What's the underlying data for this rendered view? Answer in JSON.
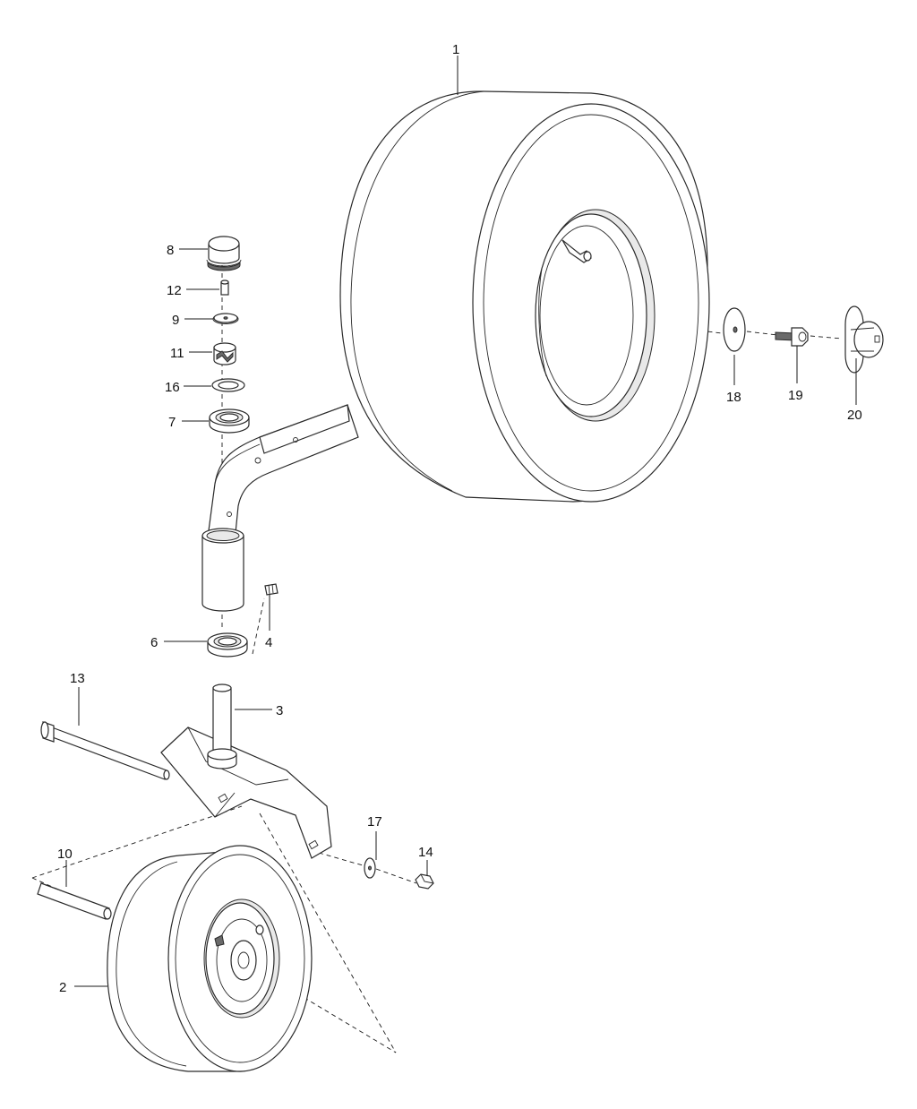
{
  "callouts": {
    "c1": "1",
    "c2": "2",
    "c3": "3",
    "c4": "4",
    "c6": "6",
    "c7": "7",
    "c8": "8",
    "c9": "9",
    "c10": "10",
    "c11": "11",
    "c12": "12",
    "c13": "13",
    "c14": "14",
    "c16": "16",
    "c17": "17",
    "c18": "18",
    "c19": "19",
    "c20": "20"
  }
}
